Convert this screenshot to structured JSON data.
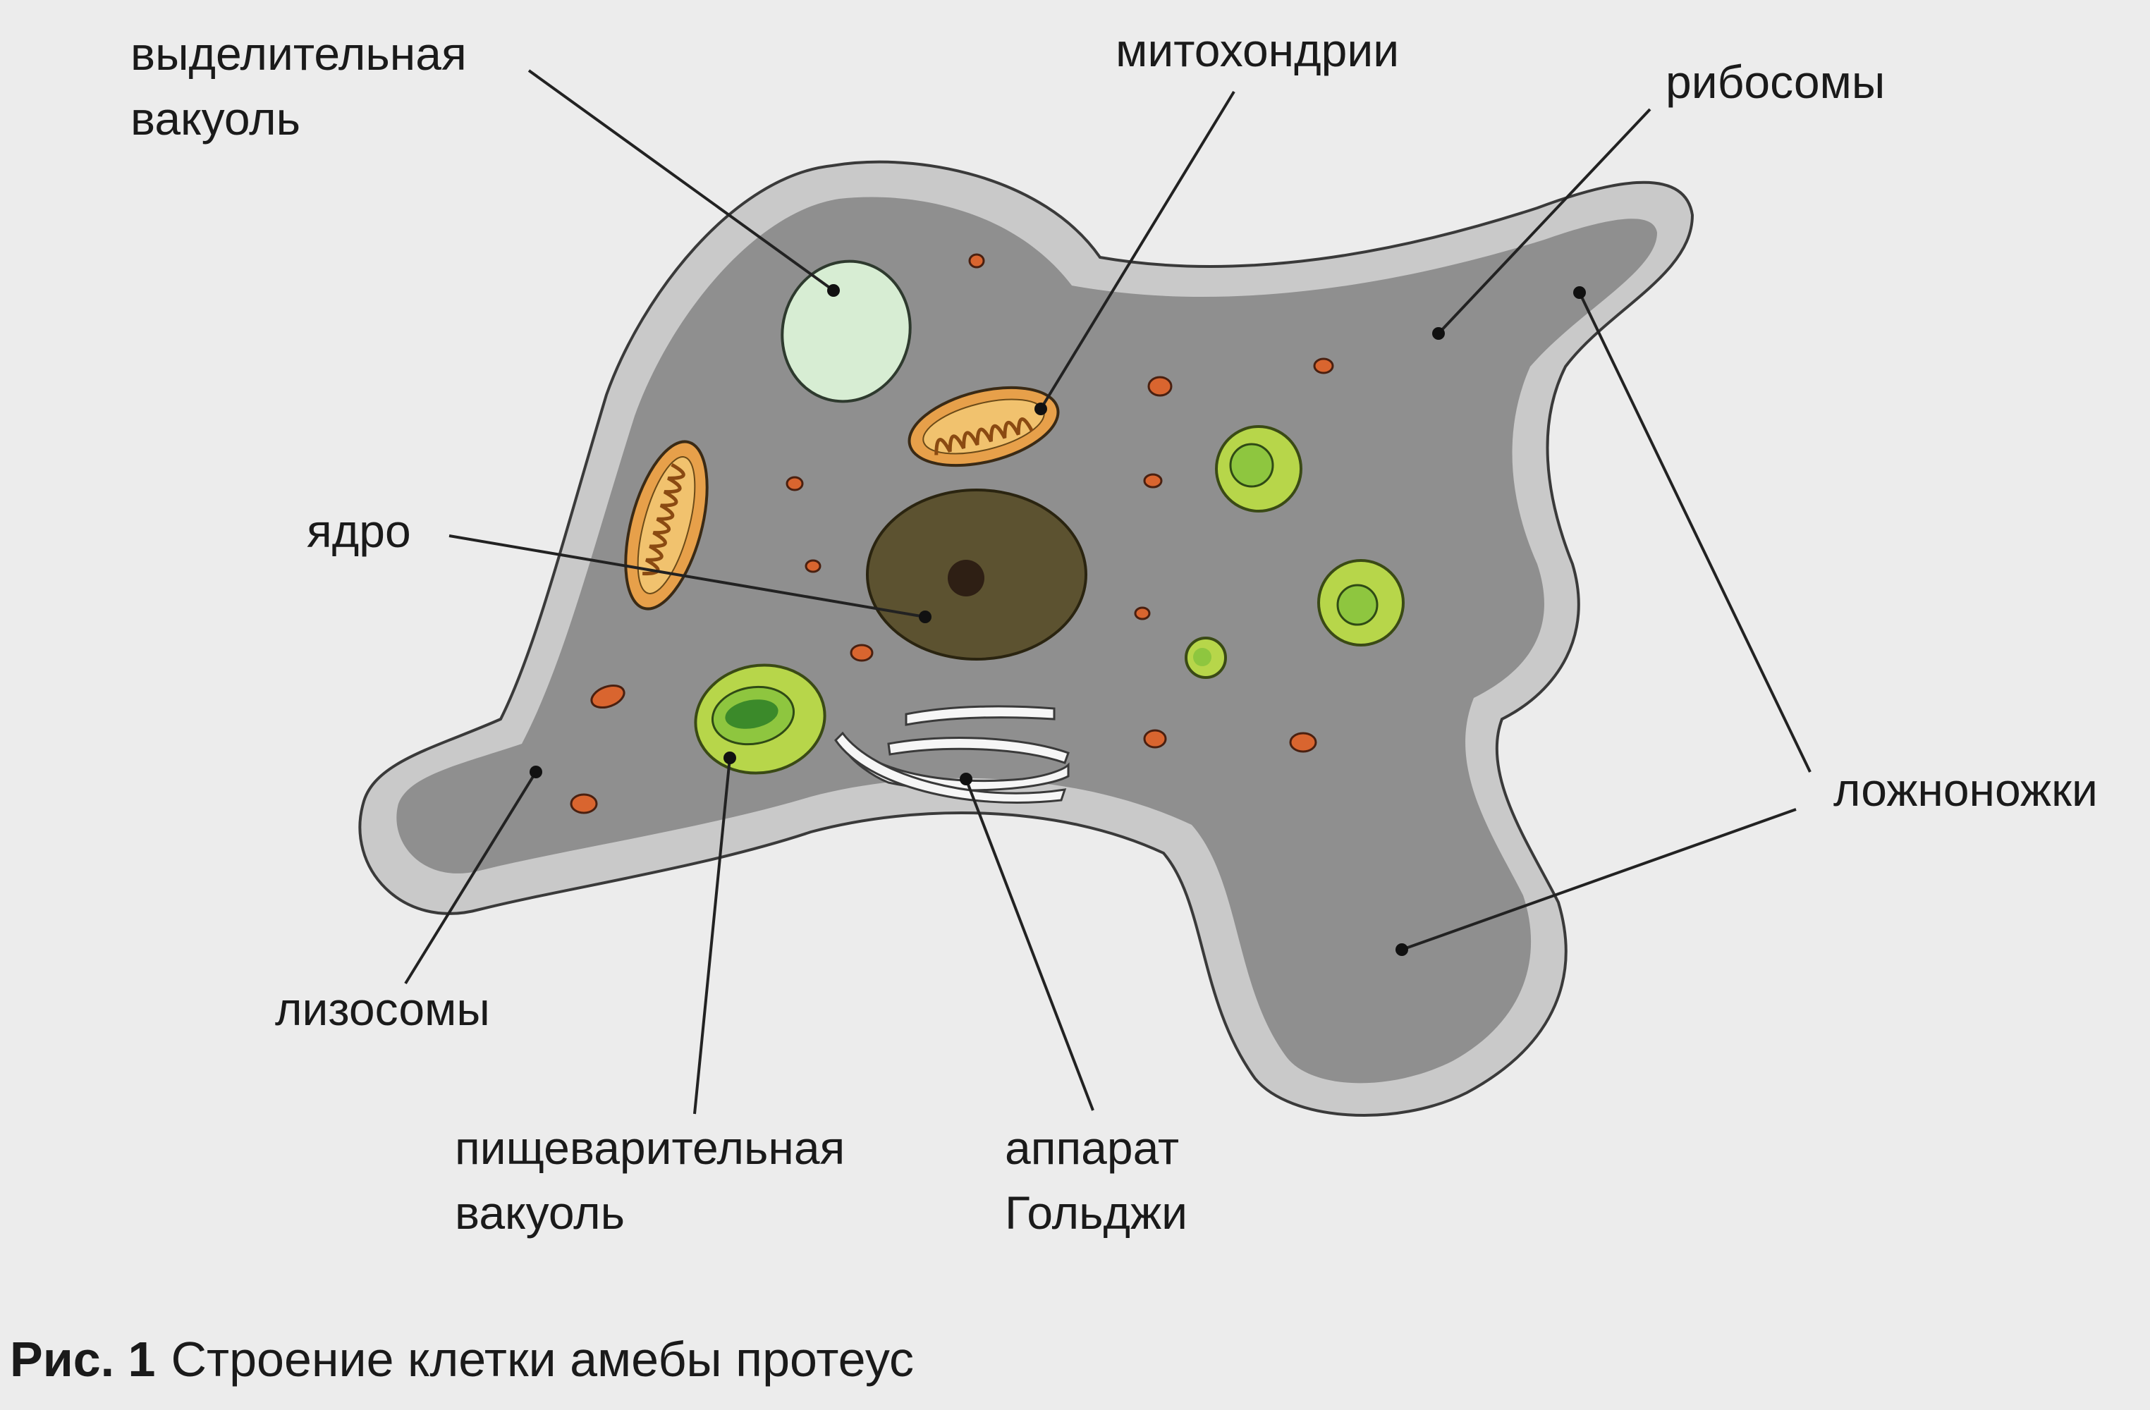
{
  "labels": {
    "excretory_vacuole": [
      "выделительная",
      "вакуоль"
    ],
    "mitochondria": "митохондрии",
    "ribosomes": "рибосомы",
    "nucleus": "ядро",
    "pseudopodia": "ложноножки",
    "lysosomes": "лизосомы",
    "digestive_vacuole": [
      "пищеварительная",
      "вакуоль"
    ],
    "golgi": [
      "аппарат",
      "Гольджи"
    ]
  },
  "caption": {
    "number": "Рис. 1",
    "text": "Строение клетки амебы протеус"
  },
  "colors": {
    "background": "#ececec",
    "membrane": "#c9c9c9",
    "cytoplasm": "#8f8f8f",
    "nucleus": "#5c5230",
    "nucleolus": "#2e1f14",
    "excretory_vacuole": "#d7edd3",
    "mitochondria": "#e7a04a",
    "digestive_vacuole": "#b7d64a",
    "lysosomes": "#d9652f",
    "golgi": "#f6f6f6",
    "leader_lines": "#222222"
  }
}
